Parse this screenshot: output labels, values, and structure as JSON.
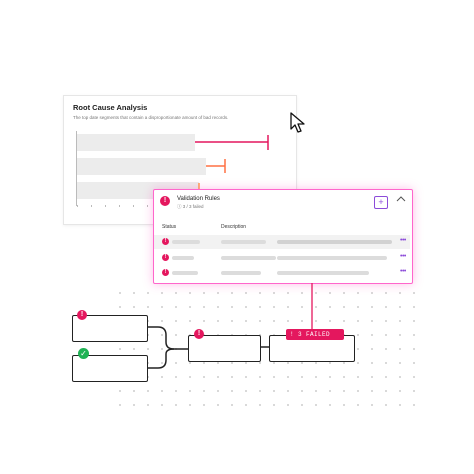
{
  "root_cause": {
    "title": "Root Cause Analysis",
    "subtitle": "The top date segments that contain a disproportionate amount of bad records."
  },
  "validation_rules": {
    "title": "Validation Rules",
    "count": "ⓘ 3 / 3 failed",
    "add_icon": "plus-icon",
    "collapse_icon": "chevron-up-icon",
    "columns": [
      "Status",
      "Description"
    ],
    "rows": 3
  },
  "pipeline": {
    "badge": "! 3 FAILED"
  },
  "colors": {
    "alert": "#e4175e",
    "success": "#1fb254",
    "accent_purple": "#8c4bd9",
    "panel_glow": "#ff66cc",
    "error_bar_pink": "#e4175e",
    "error_bar_orange": "#ff7043"
  }
}
